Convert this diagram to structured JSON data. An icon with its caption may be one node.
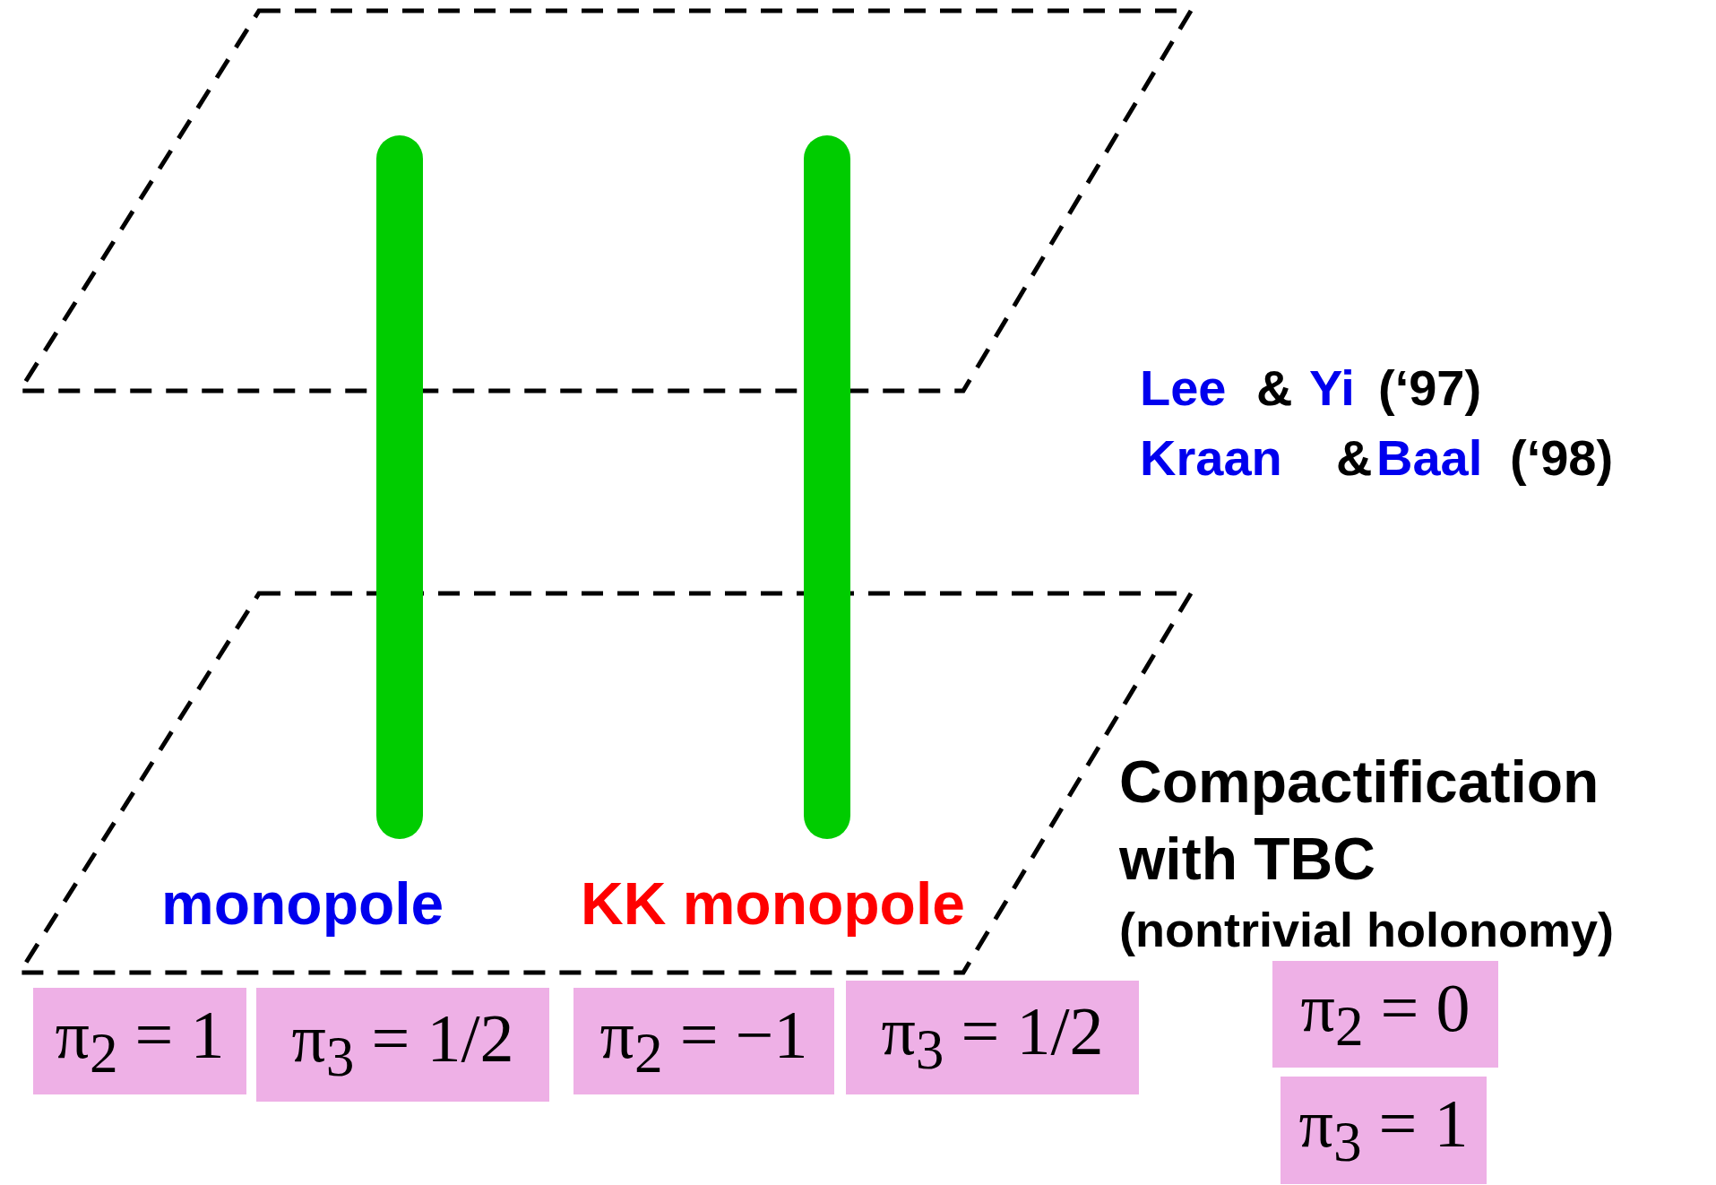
{
  "diagram": {
    "nodes": [
      {
        "text": [
          "π$_{2}$ = 1"
        ]
      },
      {
        "text": [
          "π$_{3}$ = 1/2"
        ]
      },
      {
        "text": [
          "π$_{2}$ = −1"
        ]
      },
      {
        "text": [
          "π$_{3}$ = 1/2"
        ]
      },
      {
        "text": [
          "π$_{2}$ = 0"
        ]
      },
      {
        "text": [
          "π$_{3}$ = 1"
        ]
      }
    ],
    "edges": [],
    "labels": [
      "Lee",
      "&",
      "Yi",
      "(‘97)",
      "Kraan",
      "&",
      "Baal",
      "(‘98)",
      "Compactification with TBC",
      "(nontrivial holonomy)",
      "monopole",
      "KK monopole"
    ]
  }
}
